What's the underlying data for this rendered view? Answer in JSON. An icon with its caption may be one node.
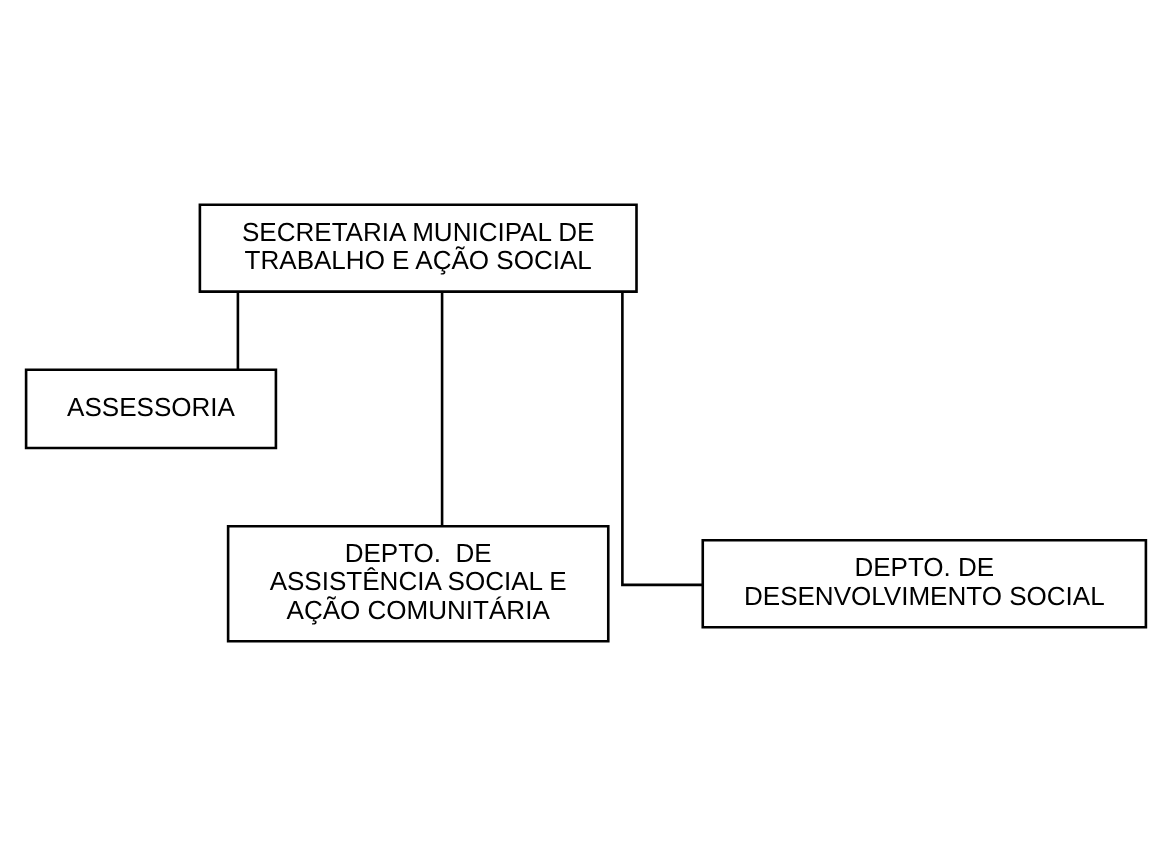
{
  "diagram": {
    "nodes": [
      {
        "text": [
          "SECRETARIA MUNICIPAL DE TRABALHO E AÇÃO SOCIAL"
        ]
      },
      {
        "text": [
          "ASSESSORIA"
        ]
      },
      {
        "text": [
          "DEPTO.  DE  ASSISTÊNCIA SOCIAL E AÇÃO COMUNITÁRIA"
        ]
      },
      {
        "text": [
          "DEPTO. DE DESENVOLVIMENTO SOCIAL"
        ]
      }
    ],
    "edges": [
      {
        "from": 0,
        "to": 1,
        "arrow": "none"
      },
      {
        "from": 0,
        "to": 2,
        "arrow": "none"
      },
      {
        "from": 0,
        "to": 3,
        "arrow": "none"
      }
    ]
  }
}
